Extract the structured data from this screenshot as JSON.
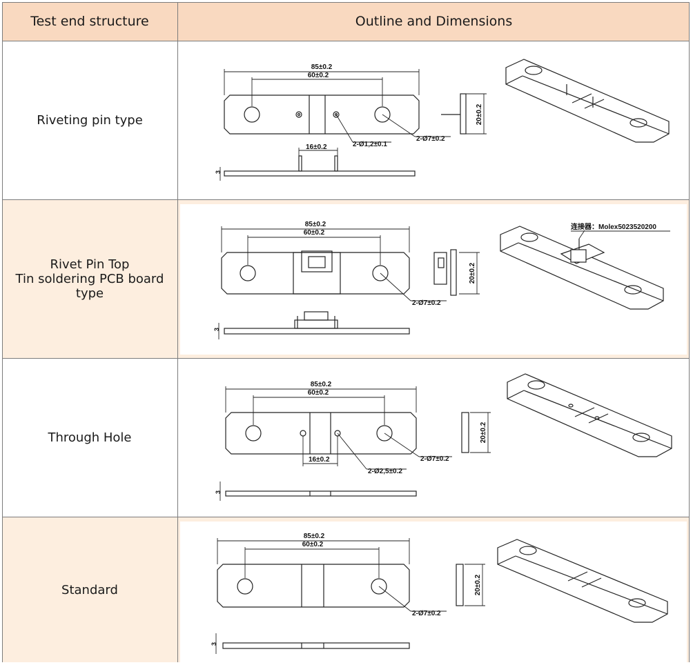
{
  "header": {
    "col1": "Test end structure",
    "col2": "Outline and Dimensions"
  },
  "rows": [
    {
      "label_lines": [
        "Riveting pin type"
      ],
      "dims": {
        "overall": "85±0.2",
        "holes": "60±0.2",
        "width": "20±0.2",
        "thickness": "3",
        "hole_dia": "2-Ø7±0.2",
        "pin_dia": "2-Ø1,2±0.1",
        "pin_pitch": "16±0.2"
      }
    },
    {
      "label_lines": [
        "Rivet Pin Top",
        "Tin soldering PCB board type"
      ],
      "dims": {
        "overall": "85±0.2",
        "holes": "60±0.2",
        "width": "20±0.2",
        "thickness": "3",
        "hole_dia": "2-Ø7±0.2",
        "connector": "连接器：Molex5023520200"
      }
    },
    {
      "label_lines": [
        "Through Hole"
      ],
      "dims": {
        "overall": "85±0.2",
        "holes": "60±0.2",
        "width": "20±0.2",
        "thickness": "3",
        "hole_dia": "2-Ø7±0.2",
        "pin_dia": "2-Ø2,5±0.2",
        "pin_pitch": "16±0.2"
      }
    },
    {
      "label_lines": [
        "Standard"
      ],
      "dims": {
        "overall": "85±0.2",
        "holes": "60±0.2",
        "width": "20±0.2",
        "thickness": "3",
        "hole_dia": "2-Ø7±0.2"
      }
    }
  ],
  "colors": {
    "header_bg": "#f9d9c0",
    "alt_row_bg": "#fdeedf",
    "border": "#7b7b7b"
  }
}
